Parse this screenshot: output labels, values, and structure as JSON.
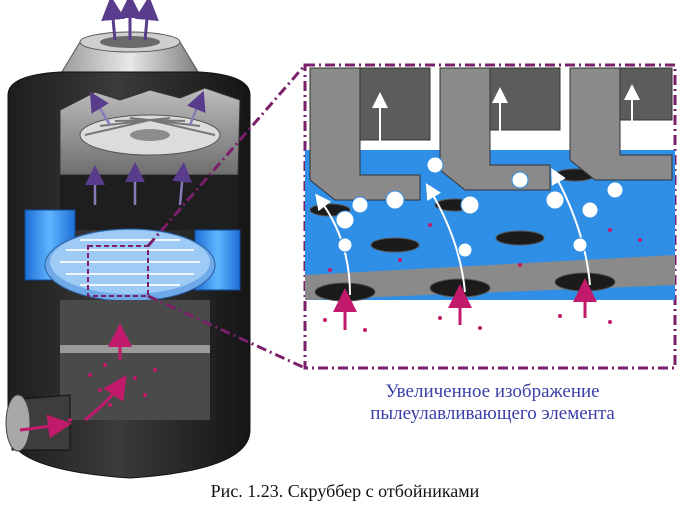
{
  "figure": {
    "inset_caption_line1": "Увеличенное изображение",
    "inset_caption_line2": "пылеулавливающего элемента",
    "caption": "Рис. 1.23. Скруббер с отбойниками"
  },
  "colors": {
    "shell_dark": "#2a2a2a",
    "water_blue": "#2f8fe6",
    "baffle_gray": "#8a8a8a",
    "frame_purple": "#7a1f6a",
    "arrow_purple": "#5a3c8c",
    "dust_magenta": "#c21a6b"
  }
}
